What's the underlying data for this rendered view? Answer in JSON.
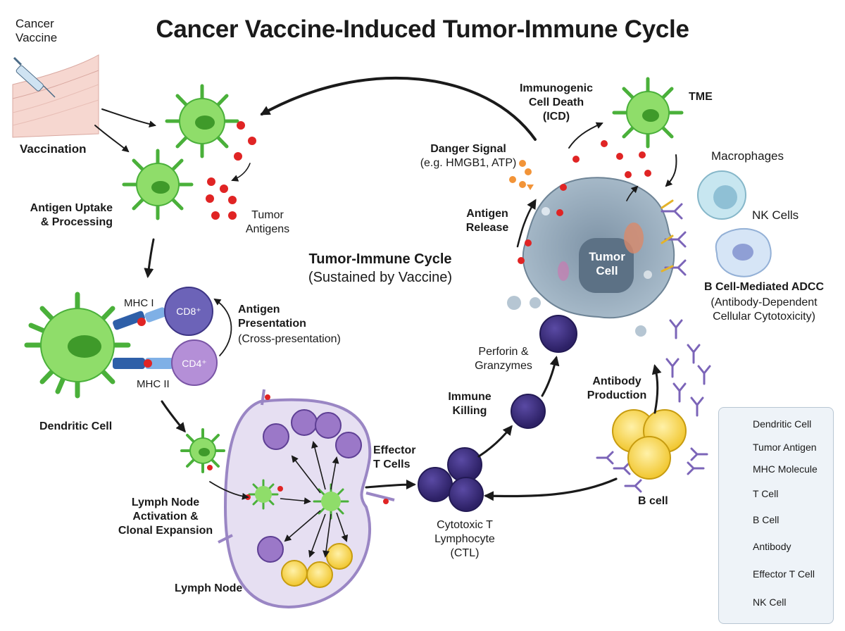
{
  "title": "Cancer Vaccine-Induced Tumor-Immune Cycle",
  "center": {
    "heading": "Tumor-Immune Cycle",
    "subheading": "(Sustained by Vaccine)"
  },
  "labels": {
    "cancer_vaccine": [
      "Cancer",
      "Vaccine"
    ],
    "vaccination": "Vaccination",
    "antigen_uptake": [
      "Antigen Uptake",
      "& Processing"
    ],
    "tumor_antigens": [
      "Tumor",
      "Antigens"
    ],
    "mhc_i": "MHC I",
    "mhc_ii": "MHC II",
    "cd8": "CD8⁺",
    "cd4": "CD4⁺",
    "antigen_presentation": [
      "Antigen",
      "Presentation"
    ],
    "cross_presentation": "(Cross-presentation)",
    "dendritic_cell": "Dendritic Cell",
    "lymph_node_activation": [
      "Lymph Node",
      "Activation &",
      "Clonal Expansion"
    ],
    "lymph_node": "Lymph Node",
    "effector_t_cells": [
      "Effector",
      "T Cells"
    ],
    "ctl": [
      "Cytotoxic T",
      "Lymphocyte",
      "(CTL)"
    ],
    "immune_killing": [
      "Immune",
      "Killing"
    ],
    "perforin": [
      "Perforin &",
      "Granzymes"
    ],
    "antigen_release": [
      "Antigen",
      "Release"
    ],
    "danger_signal": "Danger Signal",
    "danger_signal_eg": "(e.g. HMGB1, ATP)",
    "icd": [
      "Immunogenic",
      "Cell Death",
      "(ICD)"
    ],
    "tme": "TME",
    "macrophages": "Macrophages",
    "nk_cells": "NK Cells",
    "tumor_cell": [
      "Tumor",
      "Cell"
    ],
    "adcc_title": "B Cell-Mediated ADCC",
    "adcc_desc": [
      "(Antibody-Dependent",
      "Cellular Cytotoxicity)"
    ],
    "antibody_production": [
      "Antibody",
      "Production"
    ],
    "b_cell": "B cell"
  },
  "legend": [
    {
      "icon": "dendritic-cell",
      "label": "Dendritic Cell"
    },
    {
      "icon": "tumor-antigen",
      "label": "Tumor Antigen"
    },
    {
      "icon": "mhc-molecule",
      "label": "MHC Molecule"
    },
    {
      "icon": "t-cell",
      "label": "T Cell"
    },
    {
      "icon": "b-cell",
      "label": "B Cell"
    },
    {
      "icon": "antibody",
      "label": "Antibody"
    },
    {
      "icon": "effector-t-cell",
      "label": "Effector T Cell"
    },
    {
      "icon": "nk-cell",
      "label": "NK Cell"
    }
  ],
  "colors": {
    "dendritic": "#7fd65a",
    "dendritic_dark": "#3f9a2a",
    "antigen": "#e02424",
    "t_cell": "#9b7bc8",
    "effector": "#3b2d7e",
    "b_cell": "#f5cf3e",
    "tumor": "#9fb3c1",
    "nk": "#cfe0f3",
    "macrophage": "#bfe0ea",
    "lymph_node": "#e3dcf0",
    "arrow": "#1a1a1a"
  }
}
